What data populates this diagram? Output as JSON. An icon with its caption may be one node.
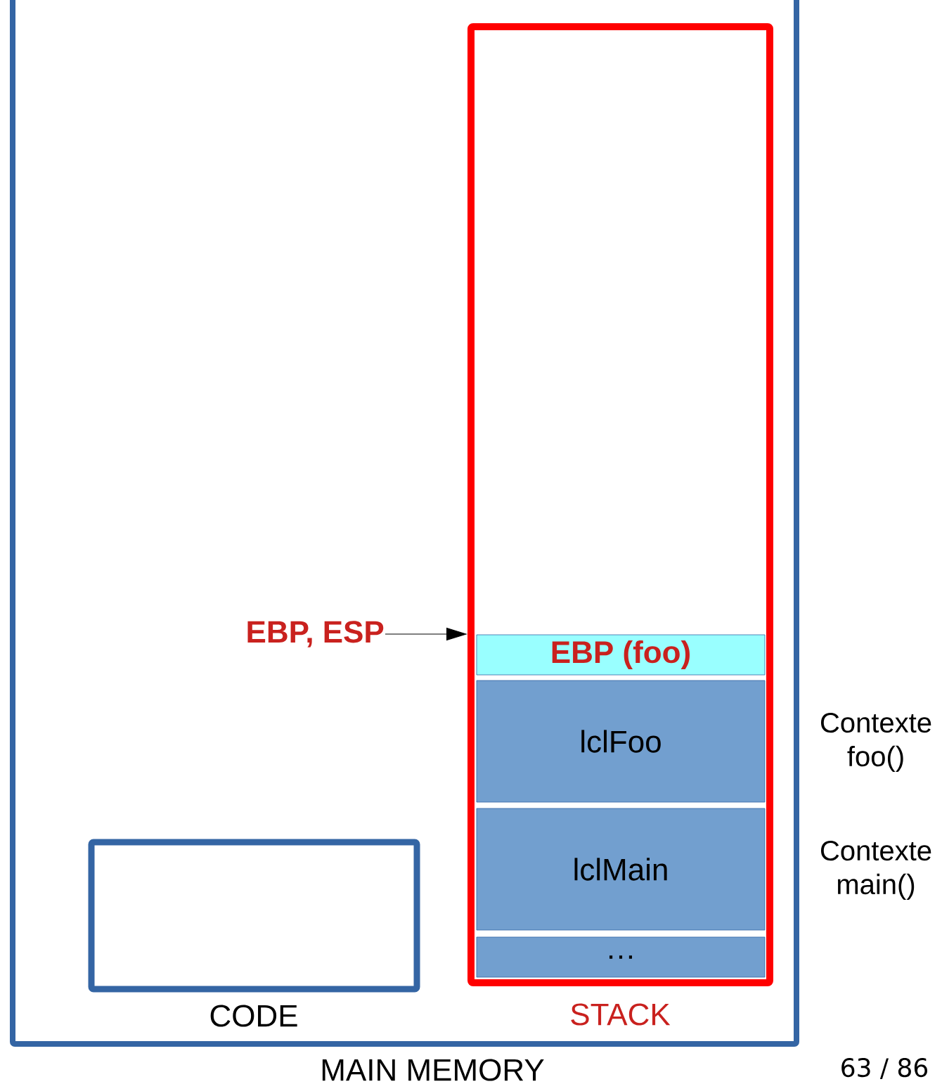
{
  "diagram": {
    "nodes": [
      {
        "text": [
          "MAIN MEMORY"
        ]
      },
      {
        "text": [
          "CODE"
        ],
        "in": 0
      },
      {
        "text": [
          "STACK"
        ],
        "in": 0
      },
      {
        "text": [
          "EBP (foo)"
        ],
        "in": 2
      },
      {
        "text": [
          "lclFoo"
        ],
        "in": 2,
        "beside": [
          "Contexte foo()"
        ]
      },
      {
        "text": [
          "lclMain"
        ],
        "in": 2,
        "beside": [
          "Contexte main()"
        ]
      },
      {
        "text": [
          "…"
        ],
        "in": 2
      },
      {
        "text": [
          "EBP, ESP"
        ],
        "in": 0
      }
    ],
    "edges": [
      {
        "from": 7,
        "to": 2,
        "arrow": "to"
      }
    ],
    "labels": [
      "63 / 86"
    ]
  }
}
